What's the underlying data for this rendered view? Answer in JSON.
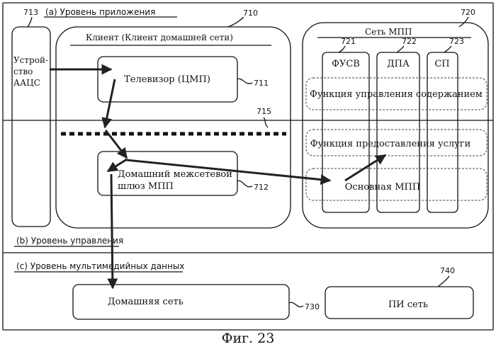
{
  "layers": {
    "application": "(a) Уровень приложения",
    "control": "(b) Уровень управления",
    "media": "(c) Уровень мультимедийных данных"
  },
  "device": {
    "ref": "713",
    "label_lines": [
      "Устрой-",
      "ство",
      "ААЦС"
    ]
  },
  "client": {
    "ref": "710",
    "title": "Клиент (Клиент домашней сети)",
    "tv_label": "Телевизор (ЦМП)",
    "tv_ref": "711",
    "gateway_lines": [
      "Домашний межсетевой",
      "шлюз МПП"
    ],
    "gateway_ref": "712"
  },
  "boundary_ref": "715",
  "network": {
    "ref": "720",
    "title": "Сеть МПП",
    "columns": [
      {
        "ref": "721",
        "label": "ФУСВ"
      },
      {
        "ref": "722",
        "label": "ДПА"
      },
      {
        "ref": "723",
        "label": "СП"
      }
    ],
    "content_control": "Функция управления содержанием",
    "service_provision": "Функция предоставления услуги",
    "core": "Основная МПП"
  },
  "home_network": {
    "label": "Домашняя сеть",
    "ref": "730"
  },
  "ip_network": {
    "label": "ПИ сеть",
    "ref": "740"
  },
  "caption": "Фиг. 23"
}
